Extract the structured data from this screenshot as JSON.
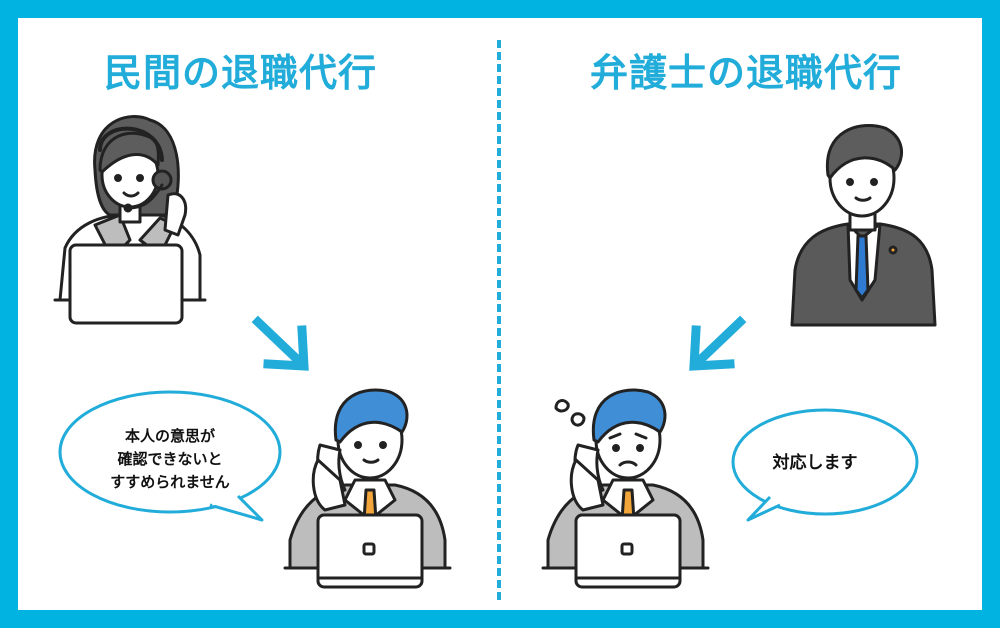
{
  "panels": {
    "left": {
      "title": "民間の退職代行",
      "bubble_lines": [
        "本人の意思が",
        "確認できないと",
        "すすめられません"
      ]
    },
    "right": {
      "title": "弁護士の退職代行",
      "bubble_text": "対応します"
    }
  },
  "colors": {
    "frame": "#00b3e0",
    "accent": "#22acd9",
    "hair_blue": "#3f8ed6",
    "tie": "#f2a53a",
    "suit_dark": "#5a5a5a",
    "tie_blue": "#2e7bd1"
  },
  "illustrations": {
    "operator": "woman-operator-headset-icon",
    "lawyer": "lawyer-suit-icon",
    "employee_left": "employee-on-phone-icon",
    "employee_right": "worried-employee-on-phone-icon"
  }
}
